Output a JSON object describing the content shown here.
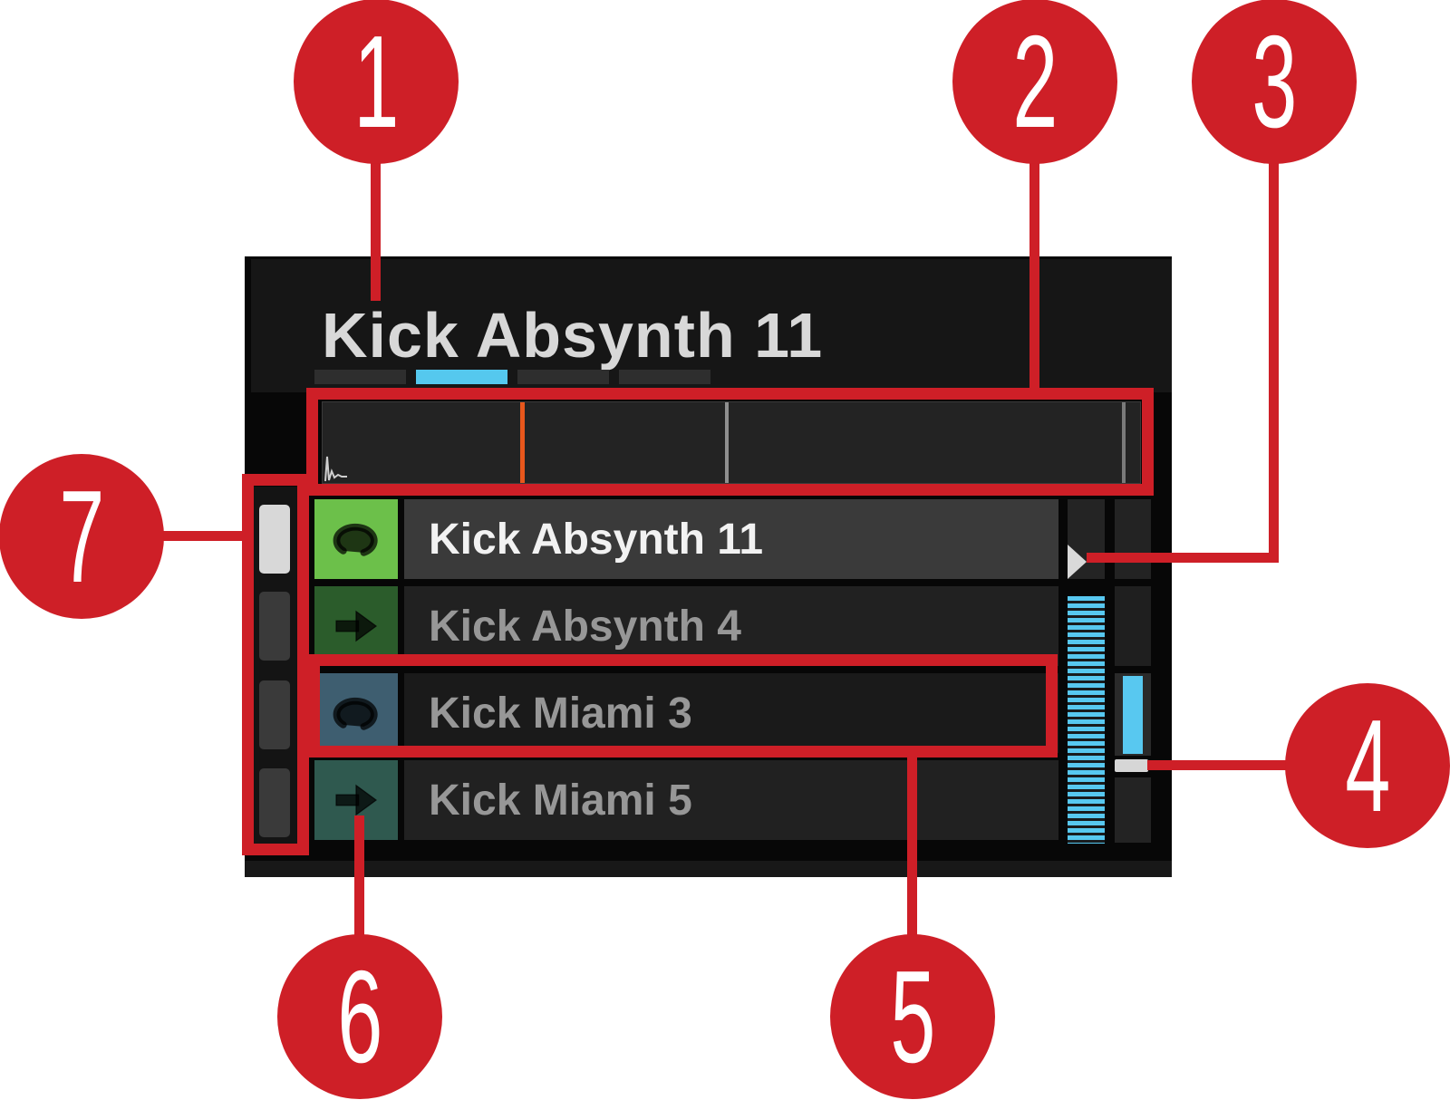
{
  "colors": {
    "annotation_red": "#ce1f27",
    "accent_blue": "#57c8f0",
    "selected_icon_green": "#6cc04a",
    "playhead_orange": "#e8571c"
  },
  "header": {
    "title": "Kick Absynth 11"
  },
  "tabs": {
    "count": 4,
    "active_index": 1
  },
  "waveform": {
    "playhead_pos_pct": 24,
    "mid_marker_pos_pct": 49,
    "end_marker_pos_pct": 98
  },
  "sample_list": {
    "rows": [
      {
        "name": "Kick Absynth 11",
        "mode": "loop",
        "selected": true,
        "icon_bg": "#6cc04a"
      },
      {
        "name": "Kick Absynth 4",
        "mode": "one-shot",
        "selected": false,
        "icon_bg": "#2b5c2b"
      },
      {
        "name": "Kick Miami 3",
        "mode": "loop",
        "selected": false,
        "icon_bg": "#3e5e70"
      },
      {
        "name": "Kick Miami 5",
        "mode": "one-shot",
        "selected": false,
        "icon_bg": "#2f594f"
      }
    ]
  },
  "left_scrollbar": {
    "segments": 4,
    "active_segment": 0
  },
  "right_scrollbar": {
    "has_pointer": true,
    "thumb_color": "#58c8f0"
  },
  "callouts": {
    "c1": "1",
    "c2": "2",
    "c3": "3",
    "c4": "4",
    "c5": "5",
    "c6": "6",
    "c7": "7"
  }
}
